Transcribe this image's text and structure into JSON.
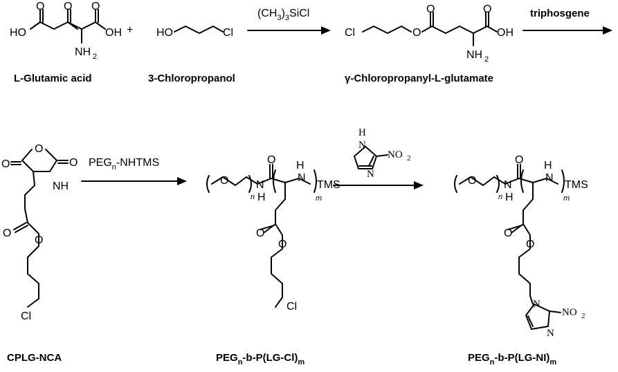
{
  "atoms": {
    "O": "O",
    "OH": "OH",
    "HO": "HO",
    "NH2": "NH",
    "two": "2",
    "Cl": "Cl",
    "H": "H",
    "NH": "NH",
    "N": "N",
    "NO2": "NO",
    "TMS": "TMS",
    "n": "n",
    "m": "m",
    "plus": "+"
  },
  "reagents": {
    "step1": "(CH3)3SiCl",
    "step1_parts": [
      "(CH",
      "3",
      ")",
      "3",
      "SiCl"
    ],
    "step2": "triphosgene",
    "step3_parts": [
      "PEG",
      "n",
      "-NHTMS"
    ]
  },
  "compounds": {
    "glutamic_acid": "L-Glutamic acid",
    "chloropropanol": "3-Chloropropanol",
    "ester": "γ-Chloropropanyl-L-glutamate",
    "ncA": "CPLG-NCA",
    "polymer1_parts": [
      "PEG",
      "n",
      "-",
      "b",
      "-P(LG-Cl)",
      "m"
    ],
    "polymer2_parts": [
      "PEG",
      "n",
      "-",
      "b",
      "-P(LG-NI)",
      "m"
    ]
  }
}
